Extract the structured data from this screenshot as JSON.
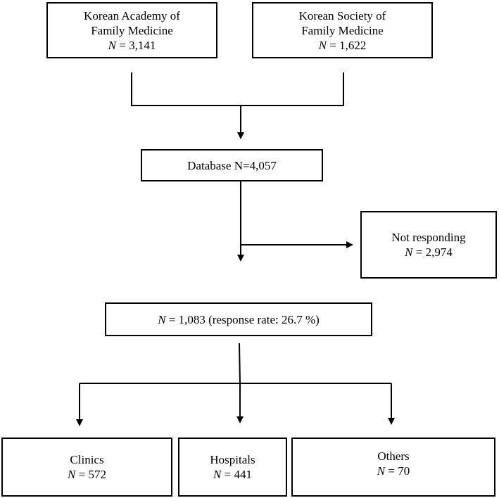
{
  "nodes": {
    "source_kafm": {
      "name_line1": "Korean Academy of",
      "name_line2": "Family Medicine",
      "n_symbol": "N",
      "n_value": " = 3,141"
    },
    "source_ksfm": {
      "name_line1": "Korean Society of",
      "name_line2": "Family Medicine",
      "n_symbol": "N",
      "n_value": " = 1,622"
    },
    "database": {
      "label": "Database N=4,057"
    },
    "not_responding": {
      "label": "Not responding",
      "n_symbol": "N",
      "n_value": " = 2,974"
    },
    "respondents": {
      "n_symbol": "N",
      "n_value": " = 1,083 (response rate: 26.7 %)"
    },
    "clinics": {
      "label": "Clinics",
      "n_symbol": "N",
      "n_value": " = 572"
    },
    "hospitals": {
      "label": "Hospitals",
      "n_symbol": "N",
      "n_value": " = 441"
    },
    "others": {
      "label": "Others",
      "n_symbol": "N",
      "n_value": " = 70"
    }
  },
  "colors": {
    "stroke": "#000000",
    "background": "#ffffff"
  }
}
